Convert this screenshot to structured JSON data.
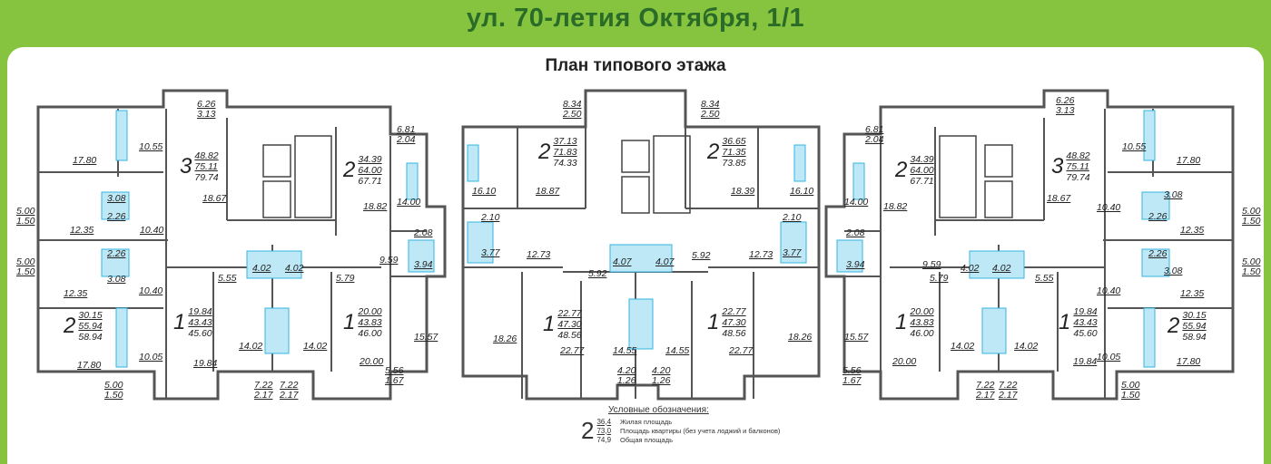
{
  "header": {
    "title": "ул. 70-летия Октября, 1/1"
  },
  "plan_title": "План типового этажа",
  "colors": {
    "background_green": "#86c440",
    "title_green": "#2a6b28",
    "plumbing_blue": "#33b5e0"
  },
  "apartments": [
    {
      "rooms": "3",
      "living": "48.82",
      "area": "75.11",
      "total": "79.74"
    },
    {
      "rooms": "2",
      "living": "34.39",
      "area": "64.00",
      "total": "67.71"
    },
    {
      "rooms": "2",
      "living": "30.15",
      "area": "55.94",
      "total": "58.94"
    },
    {
      "rooms": "1",
      "living": "19.84",
      "area": "43.43",
      "total": "45.60"
    },
    {
      "rooms": "1",
      "living": "20.00",
      "area": "43.83",
      "total": "46.00"
    },
    {
      "rooms": "2",
      "living": "37.13",
      "area": "71.83",
      "total": "74.33"
    },
    {
      "rooms": "2",
      "living": "36.65",
      "area": "71.35",
      "total": "73.85"
    },
    {
      "rooms": "1",
      "living": "22.77",
      "area": "47.30",
      "total": "48.56"
    },
    {
      "rooms": "1",
      "living": "22.77",
      "area": "47.30",
      "total": "48.56"
    },
    {
      "rooms": "2",
      "living": "34.39",
      "area": "64.00",
      "total": "67.71"
    },
    {
      "rooms": "3",
      "living": "48.82",
      "area": "75.11",
      "total": "79.74"
    },
    {
      "rooms": "1",
      "living": "20.00",
      "area": "43.83",
      "total": "46.00"
    },
    {
      "rooms": "1",
      "living": "19.84",
      "area": "43.43",
      "total": "45.60"
    },
    {
      "rooms": "2",
      "living": "30.15",
      "area": "55.94",
      "total": "58.94"
    }
  ],
  "room_labels": [
    "6.26\n3.13",
    "17.80",
    "10.55",
    "6.81\n2.04",
    "18.67",
    "3.08",
    "2.26",
    "12.35",
    "10.40",
    "18.82",
    "14.00",
    "2.08",
    "5.00\n1.50",
    "5.00\n1.50",
    "2.26",
    "3.08",
    "9.59",
    "3.94",
    "5.55",
    "4.02",
    "4.02",
    "5.79",
    "12.35",
    "10.40",
    "15.57",
    "14.02",
    "14.02",
    "17.80",
    "10.05",
    "19.84",
    "20.00",
    "5.56\n1.67",
    "5.00\n1.50",
    "7.22\n2.17",
    "7.22\n2.17",
    "8.34\n2.50",
    "8.34\n2.50",
    "16.10",
    "18.87",
    "18.39",
    "16.10",
    "2.10",
    "2.10",
    "3.77",
    "3.77",
    "12.73",
    "12.73",
    "4.07",
    "4.07",
    "5.92",
    "5.92",
    "18.26",
    "18.26",
    "22.77",
    "14.55",
    "14.55",
    "22.77",
    "4.20\n1.26",
    "4.20\n1.26",
    "6.81\n2.04",
    "6.26\n3.13",
    "10.55",
    "17.80",
    "14.00",
    "18.82",
    "18.67",
    "3.08",
    "10.40",
    "2.26",
    "5.00\n1.50",
    "12.35",
    "2.08",
    "9.59",
    "3.94",
    "5.79",
    "4.02",
    "4.02",
    "5.55",
    "2.26",
    "5.00\n1.50",
    "3.08",
    "10.40",
    "12.35",
    "15.57",
    "14.02",
    "14.02",
    "19.84",
    "10.05",
    "17.80",
    "20.00",
    "5.56\n1.67",
    "7.22\n2.17",
    "7.22\n2.17",
    "5.00\n1.50"
  ],
  "legend": {
    "title": "Условные обозначения:",
    "rooms": "2",
    "living": "36,4",
    "area": "73,0",
    "total": "74,9",
    "living_desc": "Жилая площадь",
    "area_desc": "Площадь квартиры (без учета лоджий и балконов)",
    "total_desc": "Общая площадь"
  }
}
